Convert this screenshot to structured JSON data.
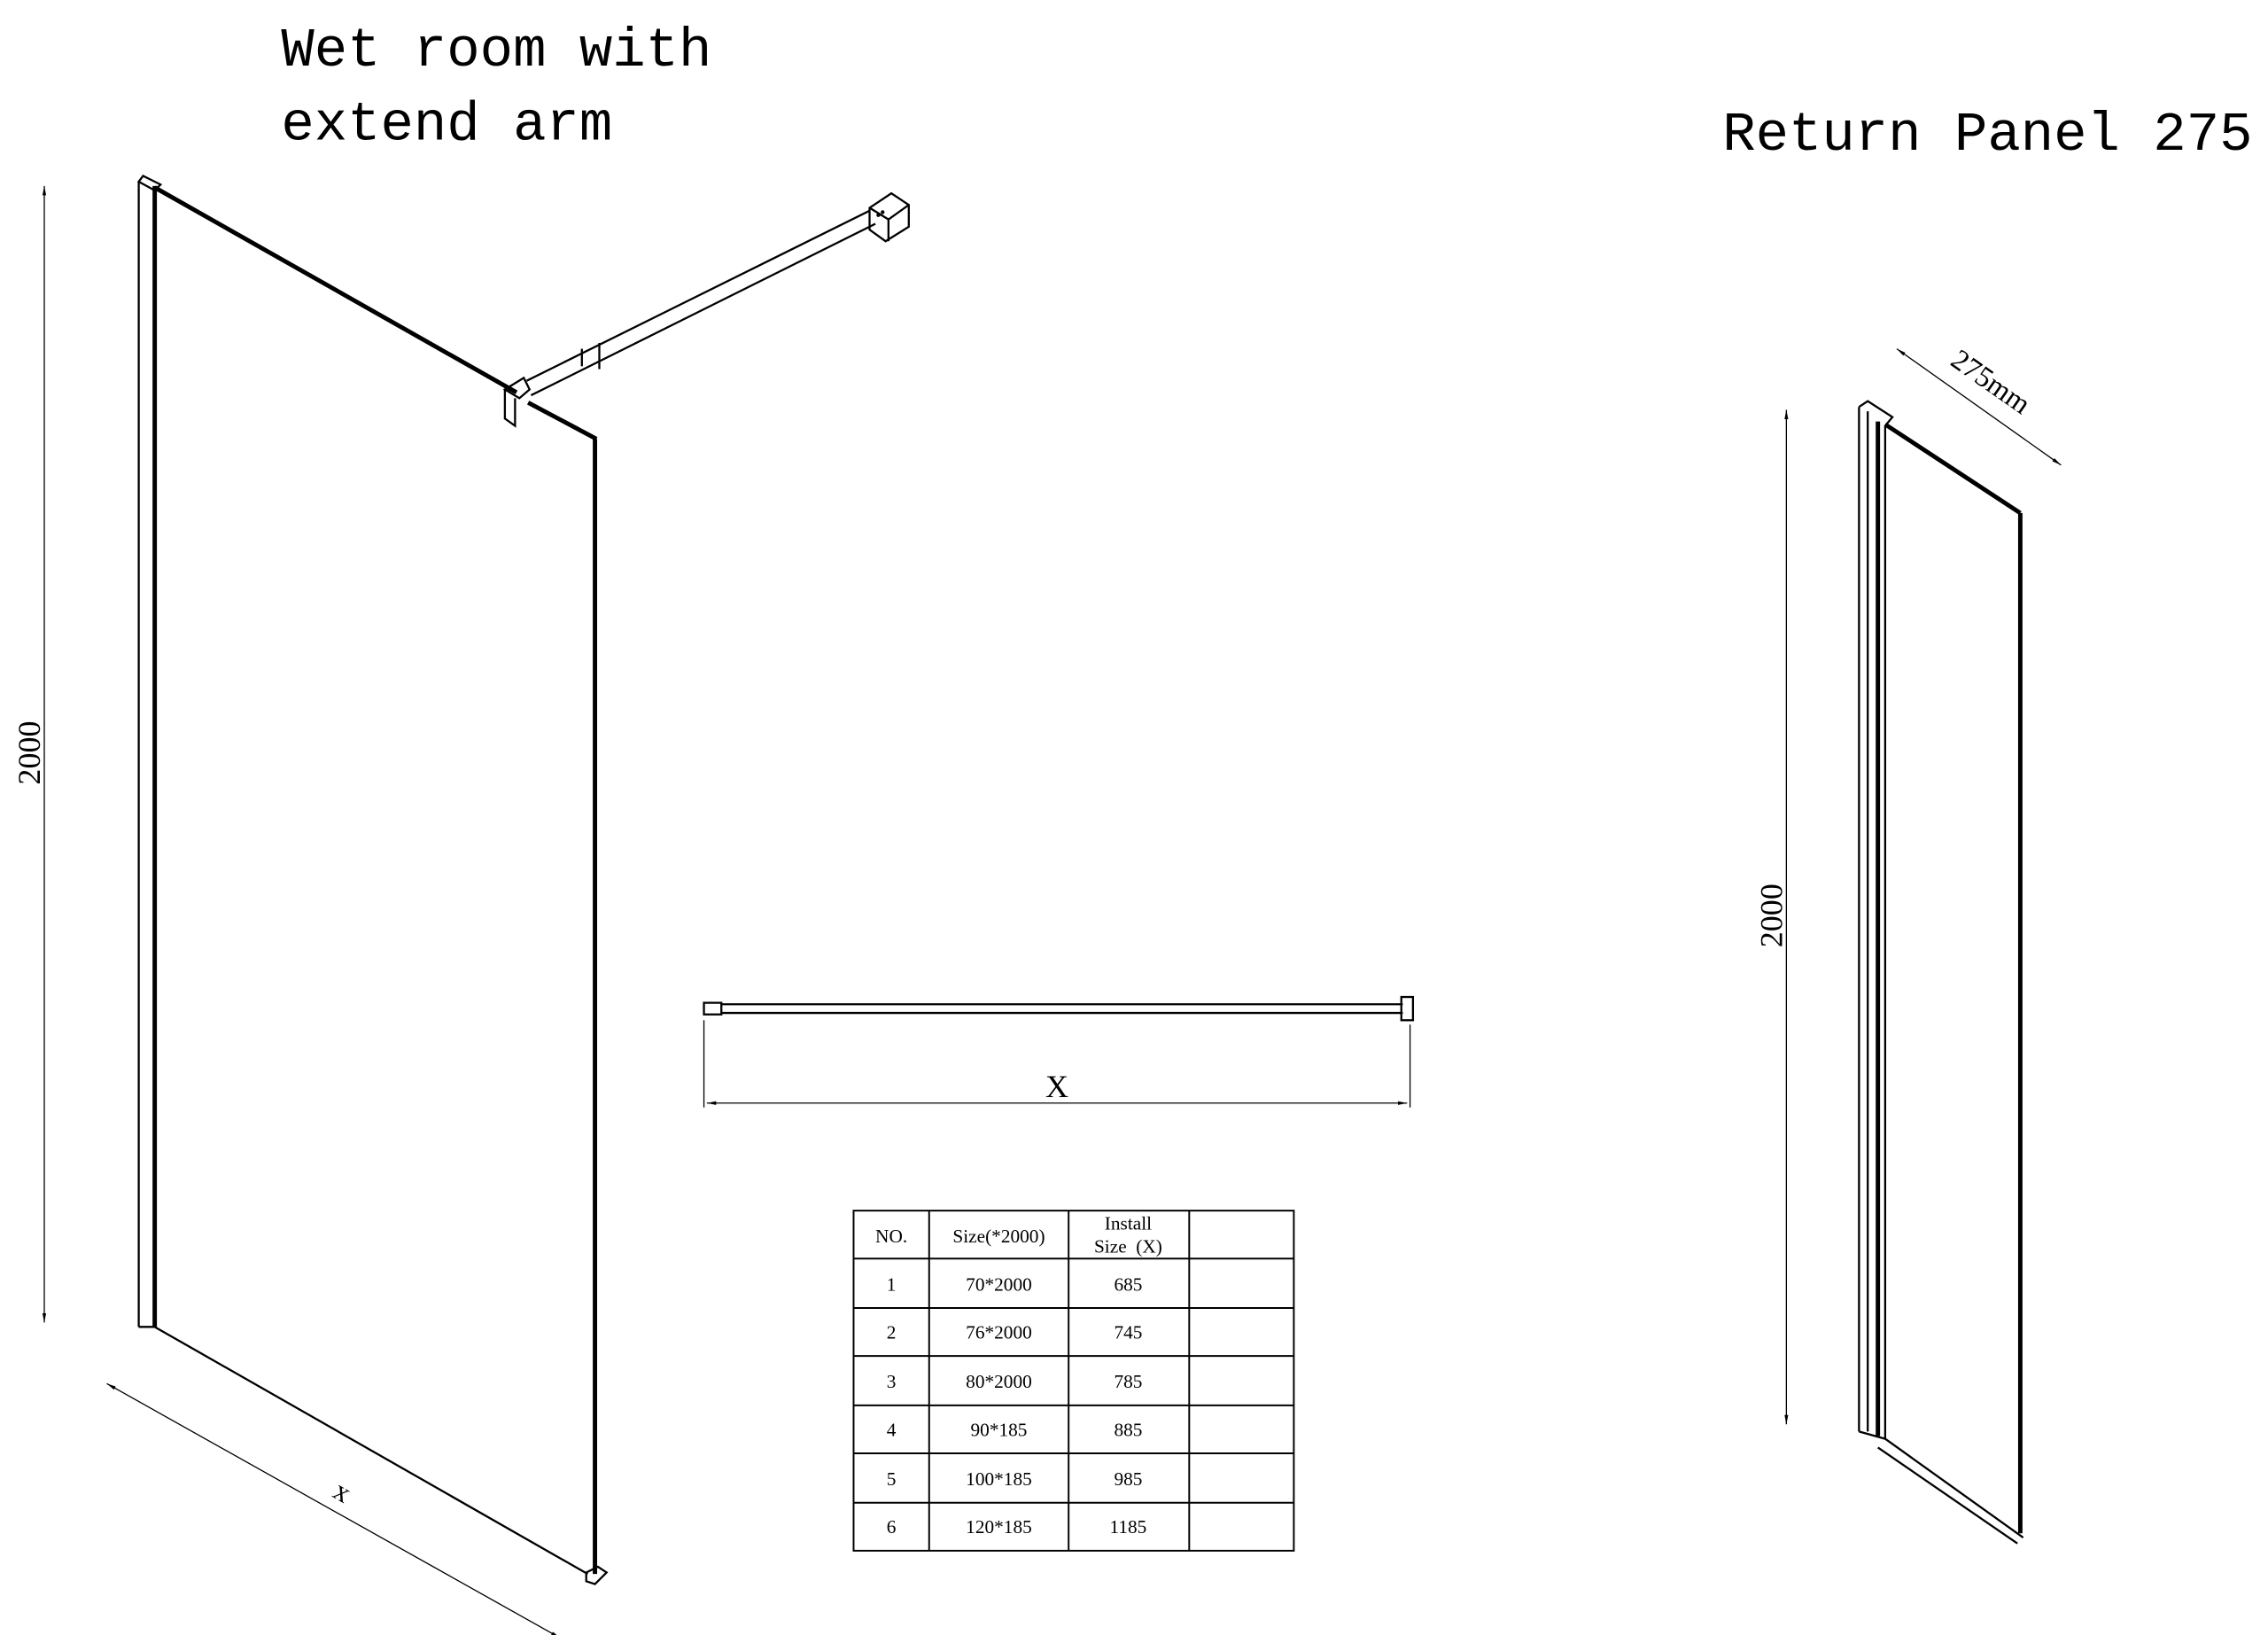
{
  "left_drawing": {
    "title_line1": "Wet room with",
    "title_line2": "extend arm",
    "height_dim": "2000",
    "width_dim": "x"
  },
  "arm_drawing": {
    "width_dim": "X"
  },
  "right_drawing": {
    "title": "Return Panel 275",
    "height_dim": "2000",
    "depth_dim": "275mm"
  },
  "size_table": {
    "headers": [
      "NO.",
      "Size(*2000)",
      "Install",
      "Size  (X)",
      ""
    ],
    "rows": [
      [
        "1",
        "70*2000",
        "685",
        ""
      ],
      [
        "2",
        "76*2000",
        "745",
        ""
      ],
      [
        "3",
        "80*2000",
        "785",
        ""
      ],
      [
        "4",
        "90*185",
        "885",
        ""
      ],
      [
        "5",
        "100*185",
        "985",
        ""
      ],
      [
        "6",
        "120*185",
        "1185",
        ""
      ]
    ]
  }
}
